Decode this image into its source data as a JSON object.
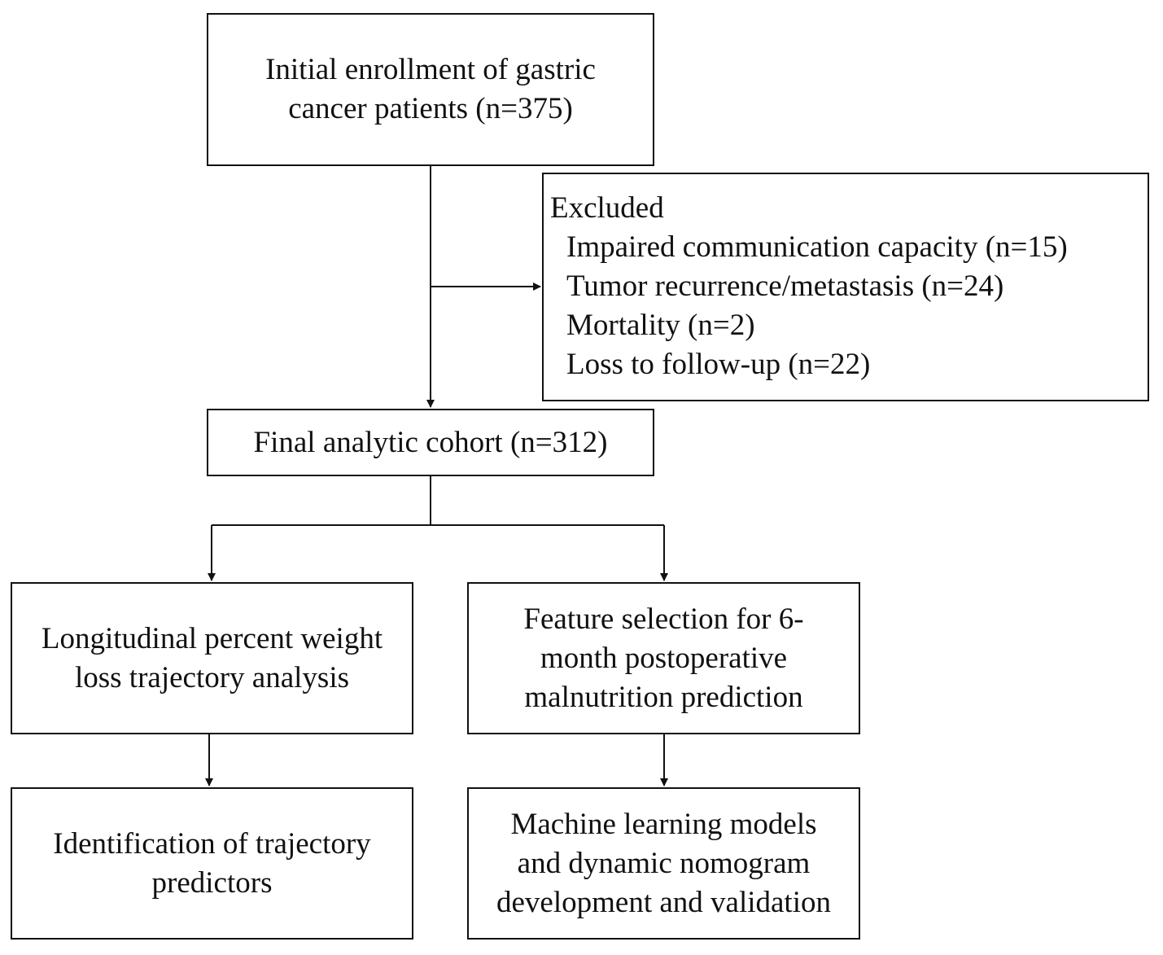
{
  "flowchart": {
    "enrollment": {
      "line1": "Initial enrollment of gastric",
      "line2": "cancer patients (n=375)"
    },
    "excluded": {
      "title": "Excluded",
      "items": [
        "Impaired communication capacity (n=15)",
        "Tumor recurrence/metastasis (n=24)",
        "Mortality (n=2)",
        "Loss to follow-up (n=22)"
      ]
    },
    "final_cohort": {
      "text": "Final analytic cohort (n=312)"
    },
    "trajectory_analysis": {
      "line1": "Longitudinal percent weight",
      "line2": "loss trajectory analysis"
    },
    "feature_selection": {
      "line1": "Feature selection for 6-",
      "line2": "month postoperative",
      "line3": "malnutrition prediction"
    },
    "trajectory_predictors": {
      "line1": "Identification of trajectory",
      "line2": "predictors"
    },
    "ml_models": {
      "line1": "Machine learning models",
      "line2": "and dynamic nomogram",
      "line3": "development and validation"
    }
  }
}
